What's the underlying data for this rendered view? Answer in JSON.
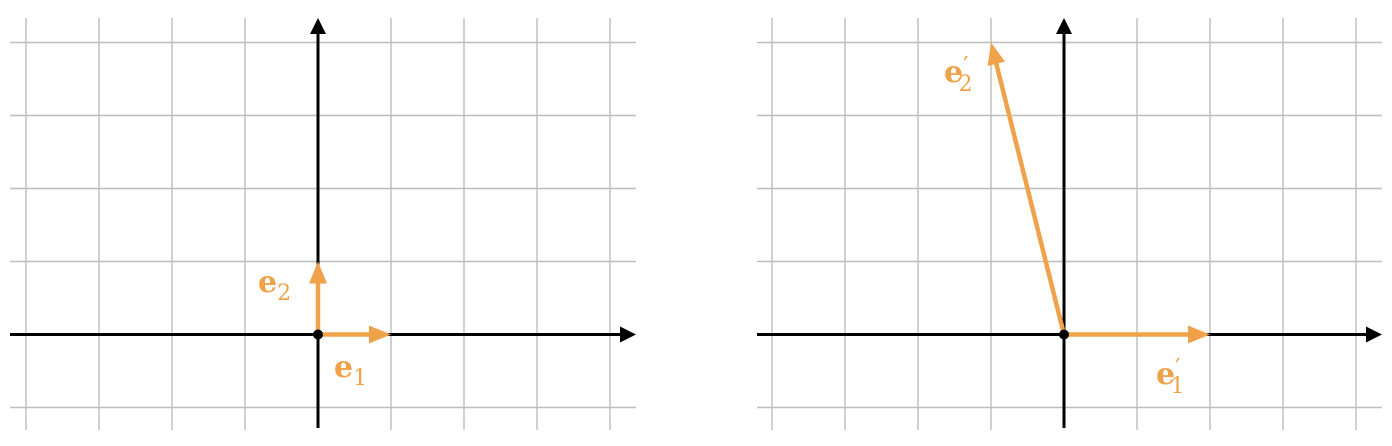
{
  "colors": {
    "vector": "#F0A24A",
    "axis": "#000000",
    "grid": "#bdbdbd",
    "background": "#ffffff"
  },
  "diagram": {
    "panels": [
      {
        "id": "left",
        "vectors": [
          {
            "id": "e1",
            "components": [
              1,
              0
            ],
            "label": "e",
            "sub": "1",
            "prime": ""
          },
          {
            "id": "e2",
            "components": [
              0,
              1
            ],
            "label": "e",
            "sub": "2",
            "prime": ""
          }
        ]
      },
      {
        "id": "right",
        "vectors": [
          {
            "id": "e1p",
            "components": [
              2,
              0
            ],
            "label": "e",
            "sub": "1",
            "prime": "′"
          },
          {
            "id": "e2p",
            "components": [
              -1,
              4
            ],
            "label": "e",
            "sub": "2",
            "prime": "′"
          }
        ]
      }
    ]
  }
}
